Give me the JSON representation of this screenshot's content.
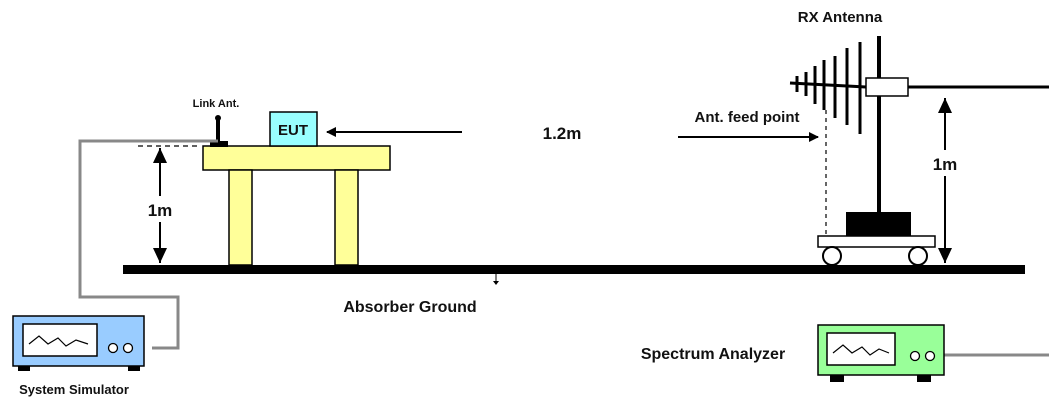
{
  "labels": {
    "rx_antenna": "RX Antenna",
    "link_ant": "Link Ant.",
    "eut": "EUT",
    "distance": "1.2m",
    "ant_feed_point": "Ant. feed point",
    "table_height": "1m",
    "antenna_height": "1m",
    "ground": "Absorber Ground",
    "system_simulator": "System Simulator",
    "spectrum_analyzer": "Spectrum Analyzer"
  },
  "colors": {
    "table": "#ffff99",
    "eut": "#99ffff",
    "system_simulator": "#99ccff",
    "spectrum_analyzer": "#99ff99",
    "cable": "#888888",
    "ground": "#000000"
  }
}
